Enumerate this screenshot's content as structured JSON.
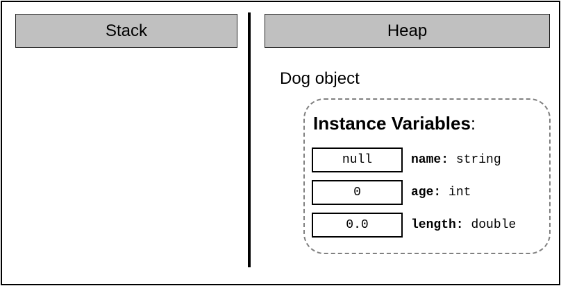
{
  "stack": {
    "title": "Stack"
  },
  "heap": {
    "title": "Heap",
    "object_label": "Dog object",
    "instance_panel": {
      "title_bold": "Instance Variables",
      "title_suffix": ":",
      "variables": [
        {
          "value": "null",
          "name": "name:",
          "type": "string"
        },
        {
          "value": "0",
          "name": "age:",
          "type": "int"
        },
        {
          "value": "0.0",
          "name": "length:",
          "type": "double"
        }
      ]
    }
  }
}
